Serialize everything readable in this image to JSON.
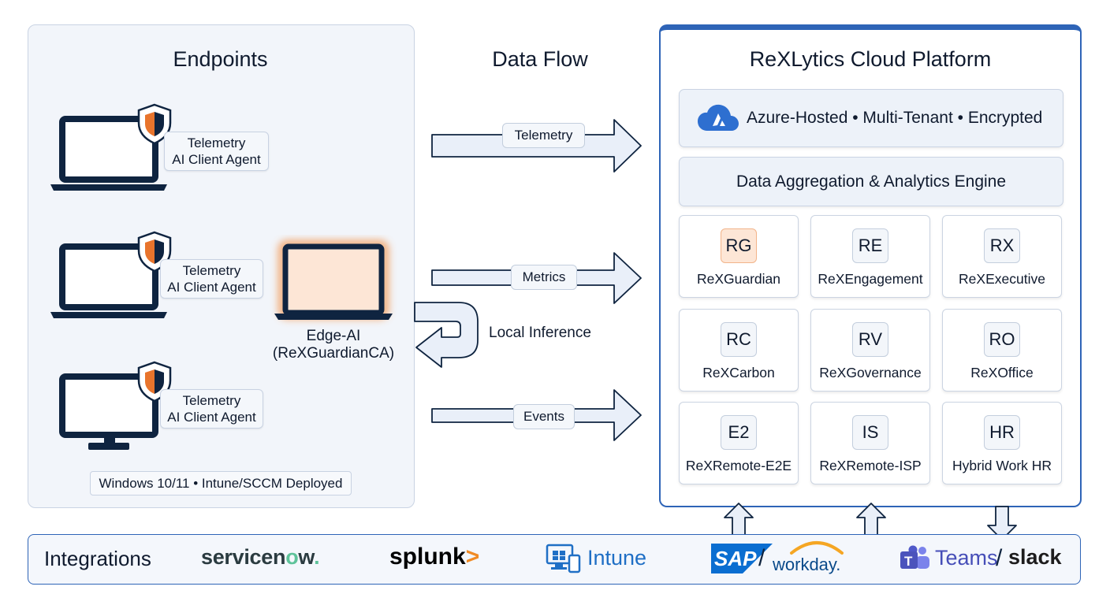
{
  "endpoints": {
    "title": "Endpoints",
    "agents": [
      {
        "line1": "Telemetry",
        "line2": "AI Client Agent"
      },
      {
        "line1": "Telemetry",
        "line2": "AI Client Agent"
      },
      {
        "line1": "Telemetry",
        "line2": "AI Client Agent"
      }
    ],
    "edge": {
      "line1": "Edge-AI",
      "line2": "(ReXGuardianCA)"
    },
    "footer": "Windows 10/11 • Intune/SCCM Deployed"
  },
  "flow": {
    "title": "Data Flow",
    "labels": [
      "Telemetry",
      "Metrics",
      "Events"
    ],
    "local": "Local Inference"
  },
  "cloud": {
    "title": "ReXLytics Cloud Platform",
    "hosting": "Azure-Hosted • Multi-Tenant • Encrypted",
    "engine": "Data Aggregation & Analytics Engine",
    "modules": [
      {
        "abbr": "RG",
        "name": "ReXGuardian"
      },
      {
        "abbr": "RE",
        "name": "ReXEngagement"
      },
      {
        "abbr": "RX",
        "name": "ReXExecutive"
      },
      {
        "abbr": "RC",
        "name": "ReXCarbon"
      },
      {
        "abbr": "RV",
        "name": "ReXGovernance"
      },
      {
        "abbr": "RO",
        "name": "ReXOffice"
      },
      {
        "abbr": "E2",
        "name": "ReXRemote-E2E"
      },
      {
        "abbr": "IS",
        "name": "ReXRemote-ISP"
      },
      {
        "abbr": "HR",
        "name": "Hybrid Work HR"
      }
    ]
  },
  "integrations": {
    "title": "Integrations",
    "servicenow": {
      "a": "servicen",
      "o": "o",
      "w": "w",
      "dot": "."
    },
    "splunk": {
      "text": "splunk",
      "arrow": ">"
    },
    "intune": "Intune",
    "sap": "SAP",
    "slash": "/",
    "workday": "workday.",
    "teams": "Teams",
    "slack": "slack"
  },
  "colors": {
    "navy": "#0f2440",
    "accent_blue": "#2e64b7",
    "orange": "#e8742c",
    "servicenow_green": "#5ec39a",
    "splunk_orange": "#f08a24",
    "sap_blue": "#0a6ed1",
    "workday_orange": "#f5a623",
    "teams_purple": "#5059c9"
  }
}
